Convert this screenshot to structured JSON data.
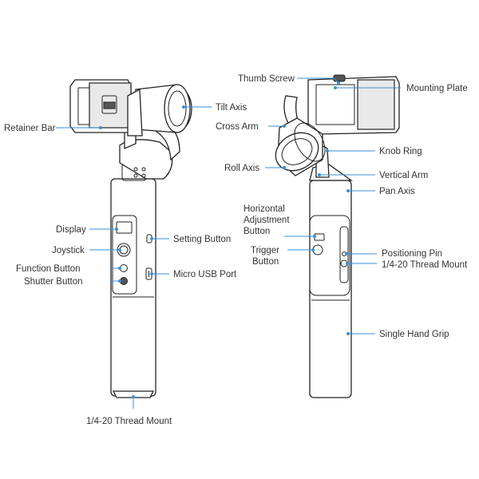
{
  "labels": {
    "retainer_bar": "Retainer Bar",
    "tilt_axis": "Tilt Axis",
    "display": "Display",
    "joystick": "Joystick",
    "function_button": "Function Button",
    "shutter_button": "Shutter Button",
    "setting_button": "Setting Button",
    "micro_usb_port": "Micro USB Port",
    "thread_mount_bottom": "1/4-20 Thread Mount",
    "thumb_screw": "Thumb Screw",
    "mounting_plate": "Mounting Plate",
    "cross_arm": "Cross Arm",
    "knob_ring": "Knob Ring",
    "roll_axis": "Roll Axis",
    "vertical_arm": "Vertical Arm",
    "pan_axis": "Pan Axis",
    "horizontal_adjustment_button": [
      "Horizontal",
      "Adjustment",
      "Button"
    ],
    "trigger_button": [
      "Trigger",
      "Button"
    ],
    "positioning_pin": "Positioning Pin",
    "thread_mount_side": "1/4-20 Thread Mount",
    "single_hand_grip": "Single Hand Grip"
  },
  "colors": {
    "leader_line": "#3a8fd8",
    "outline": "#222222",
    "text": "#333333"
  }
}
